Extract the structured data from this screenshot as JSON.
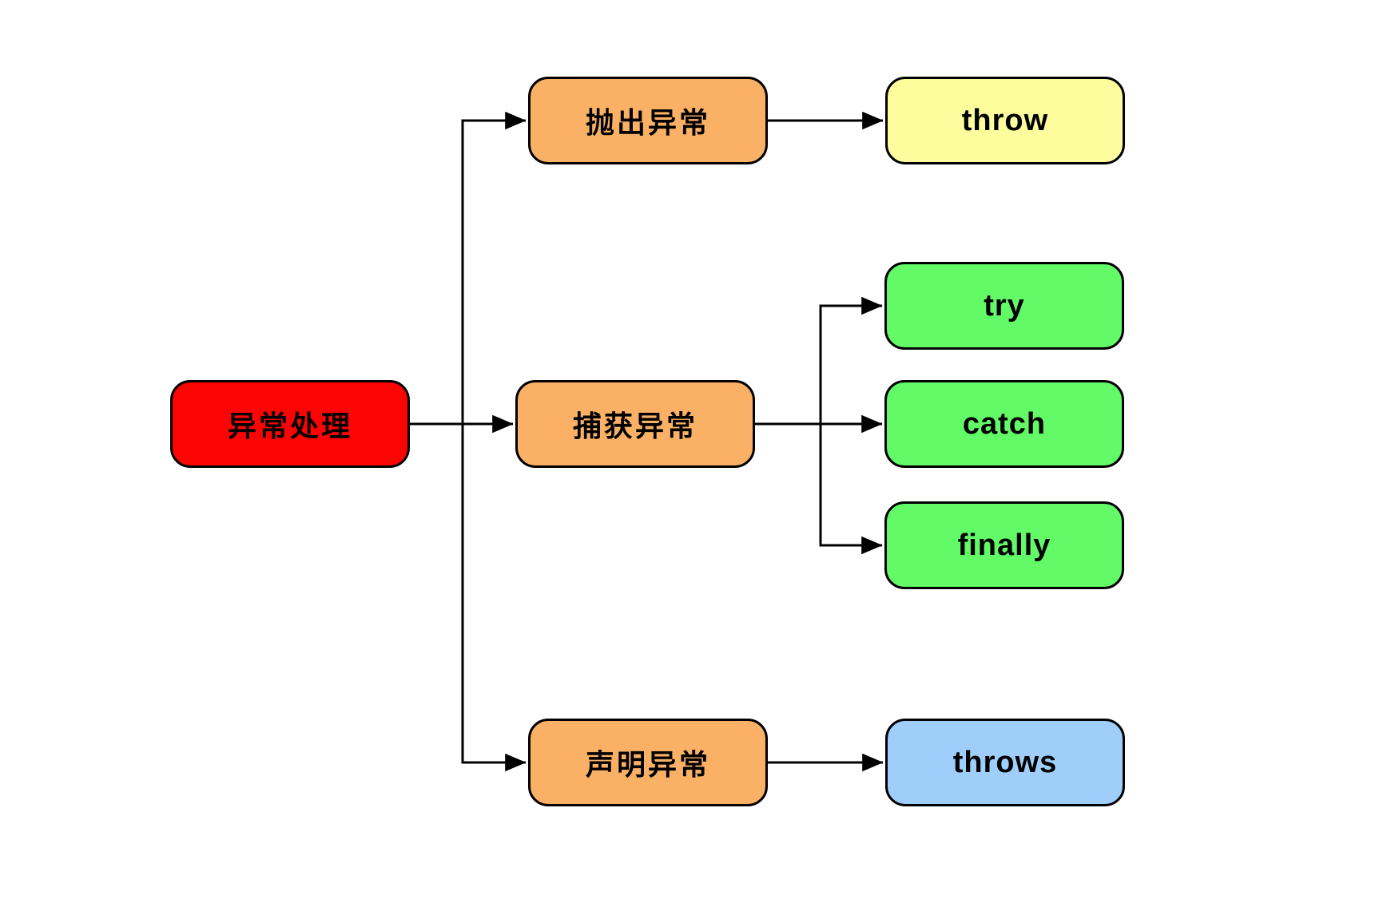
{
  "diagram": {
    "root": {
      "label": "异常处理",
      "color": "#fb0404"
    },
    "branches": [
      {
        "label": "抛出异常",
        "color": "#fab166",
        "children": [
          {
            "label": "throw",
            "color": "#fdfd9e"
          }
        ]
      },
      {
        "label": "捕获异常",
        "color": "#fab166",
        "children": [
          {
            "label": "try",
            "color": "#62fa66"
          },
          {
            "label": "catch",
            "color": "#62fa66"
          },
          {
            "label": "finally",
            "color": "#62fa66"
          }
        ]
      },
      {
        "label": "声明异常",
        "color": "#fab166",
        "children": [
          {
            "label": "throws",
            "color": "#9fcefb"
          }
        ]
      }
    ],
    "colors": {
      "background": "#ffffff",
      "border": "#000000",
      "connector": "#000000",
      "text": "#000000",
      "root_fill": "#fb0404",
      "branch_fill": "#fab166",
      "throw_fill": "#fdfd9e",
      "try_catch_finally_fill": "#62fa66",
      "throws_fill": "#9fcefb"
    }
  }
}
